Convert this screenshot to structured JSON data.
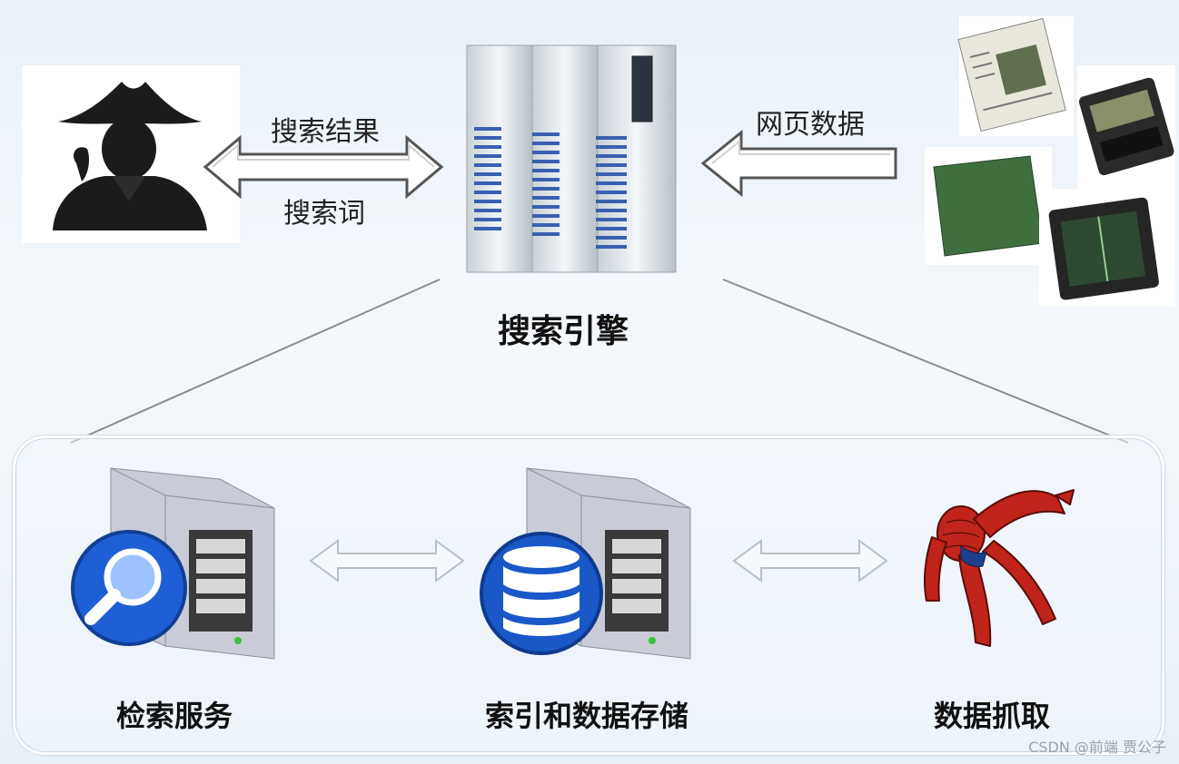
{
  "top": {
    "left_arrow_upper_label": "搜索结果",
    "left_arrow_lower_label": "搜索词",
    "right_arrow_label": "网页数据",
    "engine_label": "搜索引擎"
  },
  "bottom": {
    "retrieval_label": "检索服务",
    "index_label": "索引和数据存储",
    "crawl_label": "数据抓取"
  },
  "watermark": "CSDN @前端 贾公子",
  "colors": {
    "background": "#eef4fa",
    "arrow_stroke": "#4a4a4a",
    "magnifier_blue": "#1f5fd6",
    "database_blue": "#1a58c8",
    "spider_red": "#c0241a"
  },
  "icons": {
    "user": "pirate-silhouette-icon",
    "engine": "server-rack-icon",
    "documents": "documents-media-icon",
    "retrieval": "search-server-icon",
    "index": "database-server-icon",
    "crawl": "spider-crawler-icon"
  }
}
